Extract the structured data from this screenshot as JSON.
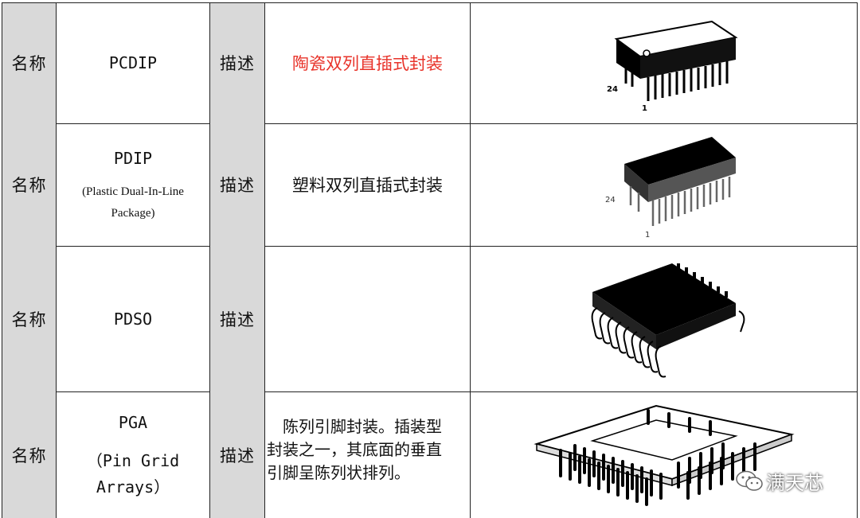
{
  "rows": [
    {
      "label_name": "名称",
      "name": "PCDIP",
      "label_desc": "描述",
      "desc": "陶瓷双列直插式封装",
      "img": {
        "pin_first": "1",
        "pin_last": "24"
      }
    },
    {
      "label_name": "名称",
      "name": "PDIP",
      "name_sub_1": "(Plastic Dual-In-Line",
      "name_sub_2": "Package)",
      "label_desc": "描述",
      "desc": "塑料双列直插式封装",
      "img": {
        "pin_first": "1",
        "pin_last": "24"
      }
    },
    {
      "label_name": "名称",
      "name": "PDSO",
      "label_desc": "描述",
      "desc": ""
    },
    {
      "label_name": "名称",
      "name": "PGA",
      "name_sub_1": "（Pin Grid",
      "name_sub_2": "Arrays）",
      "label_desc": "描述",
      "desc_lines": [
        "　陈列引脚封装。插装型",
        "封装之一，其底面的垂直",
        "引脚呈陈列状排列。"
      ]
    }
  ],
  "watermark": {
    "text": "满天芯",
    "icon": "wechat-icon"
  },
  "colors": {
    "highlight": "#e8332a",
    "label_bg": "#d9d9d9",
    "border": "#222222"
  }
}
